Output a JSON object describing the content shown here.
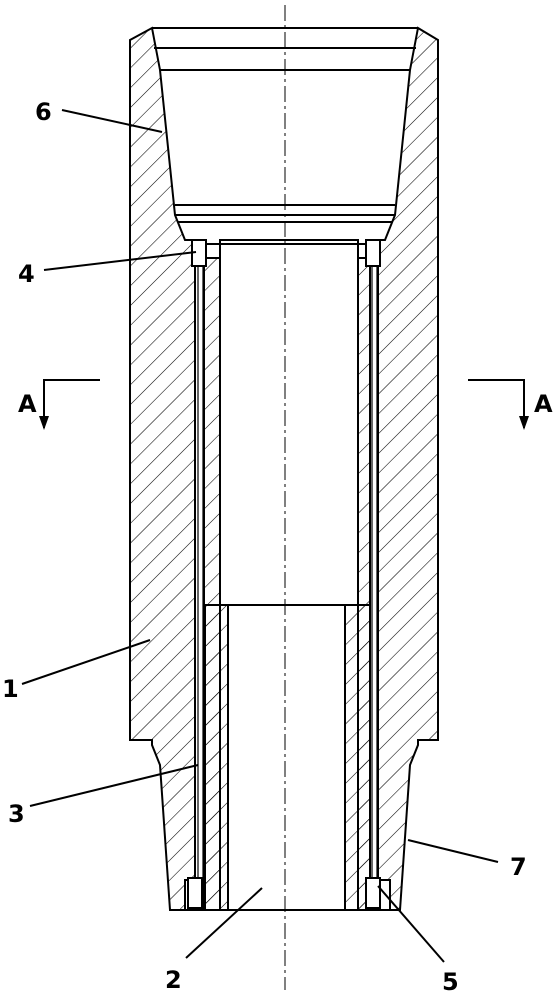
{
  "labels": {
    "part1": "1",
    "part2": "2",
    "part3": "3",
    "part4": "4",
    "part5": "5",
    "part6": "6",
    "part7": "7",
    "section_left": "A",
    "section_right": "A"
  },
  "colors": {
    "line": "#000000",
    "background": "#ffffff"
  }
}
